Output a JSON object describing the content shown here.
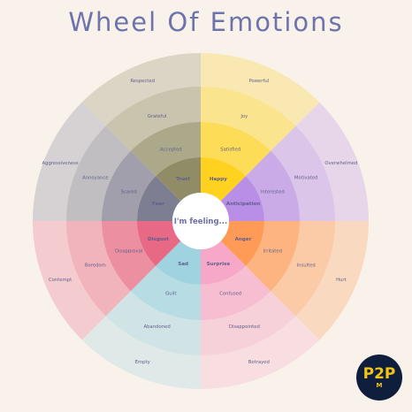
{
  "title": "Wheel Of Emotions",
  "center_label": "I'm feeling...",
  "logo": {
    "text": "P2P",
    "mark": "M"
  },
  "wheel": {
    "rings": [
      {
        "level": "core",
        "labels": [
          "Trust",
          "Happy",
          "Anticipation",
          "Anger",
          "Surprise",
          "Sad",
          "Disgust",
          "Fear"
        ]
      },
      {
        "level": "secondary",
        "labels": [
          "Accepted",
          "Satisfied",
          "Interested",
          "Irritated",
          "Confused",
          "Guilt",
          "Disapproval",
          "Scared"
        ]
      },
      {
        "level": "tertiary",
        "labels": [
          "Grateful",
          "Joy",
          "Motivated",
          "Insulted",
          "Disappointed",
          "Abandoned",
          "Boredom",
          "Annoyance"
        ]
      },
      {
        "level": "outer",
        "labels": [
          "Respected",
          "Powerful",
          "Overwhelmed",
          "Hurt",
          "Betrayed",
          "Empty",
          "Contempt",
          "Aggressiveness"
        ]
      }
    ],
    "sector_colors": [
      "#8f8c66",
      "#ffd21f",
      "#b98ee6",
      "#ff9b57",
      "#f7a8c8",
      "#9fd3e0",
      "#e86985",
      "#7e7e93"
    ],
    "label_color": "#5e5f8c"
  }
}
